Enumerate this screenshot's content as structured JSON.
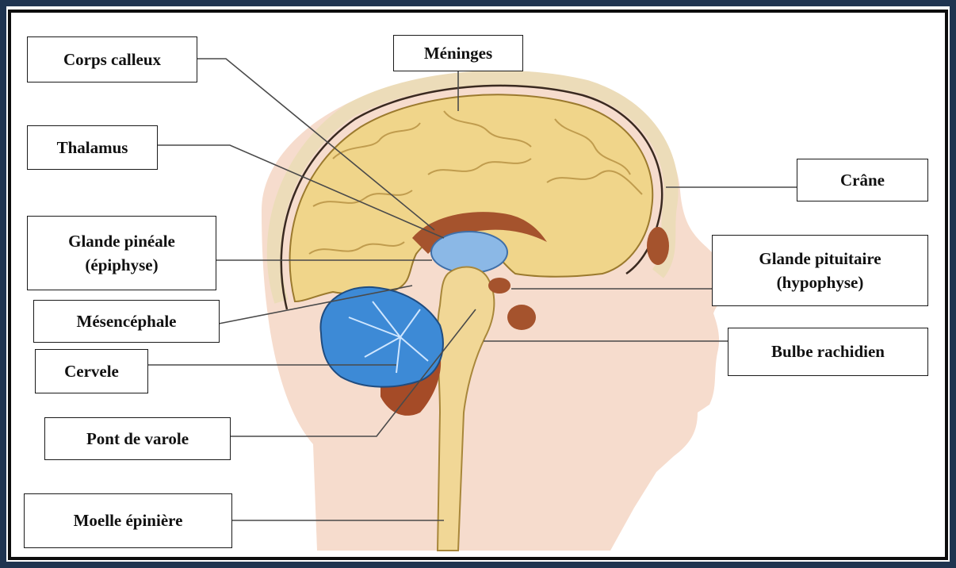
{
  "diagram": {
    "subject": "brain-sagittal-section",
    "colors": {
      "frame": "#1f3450",
      "skin": "#f6dccd",
      "skull": "#ecdcb9",
      "cerebrum": "#f0d58a",
      "cerebrum_dark": "#c9a44c",
      "ventricle": "#a5532d",
      "thalamus_blue": "#8bb8e6",
      "cerebellum": "#3d8ad6",
      "brainstem": "#f1d796",
      "pons": "#a54b27"
    },
    "labels": {
      "corps_calleux": "Corps calleux",
      "meninges": "Méninges",
      "thalamus": "Thalamus",
      "crane": "Crâne",
      "glande_pineale": [
        "Glande pinéale",
        "(épiphyse)"
      ],
      "glande_pituitaire": [
        "Glande pituitaire",
        "(hypophyse)"
      ],
      "mesencephale": "Mésencéphale",
      "bulbe_rachidien": "Bulbe rachidien",
      "cervele": "Cervele",
      "pont_de_varole": "Pont de varole",
      "moelle_epiniere": "Moelle épinière"
    }
  }
}
